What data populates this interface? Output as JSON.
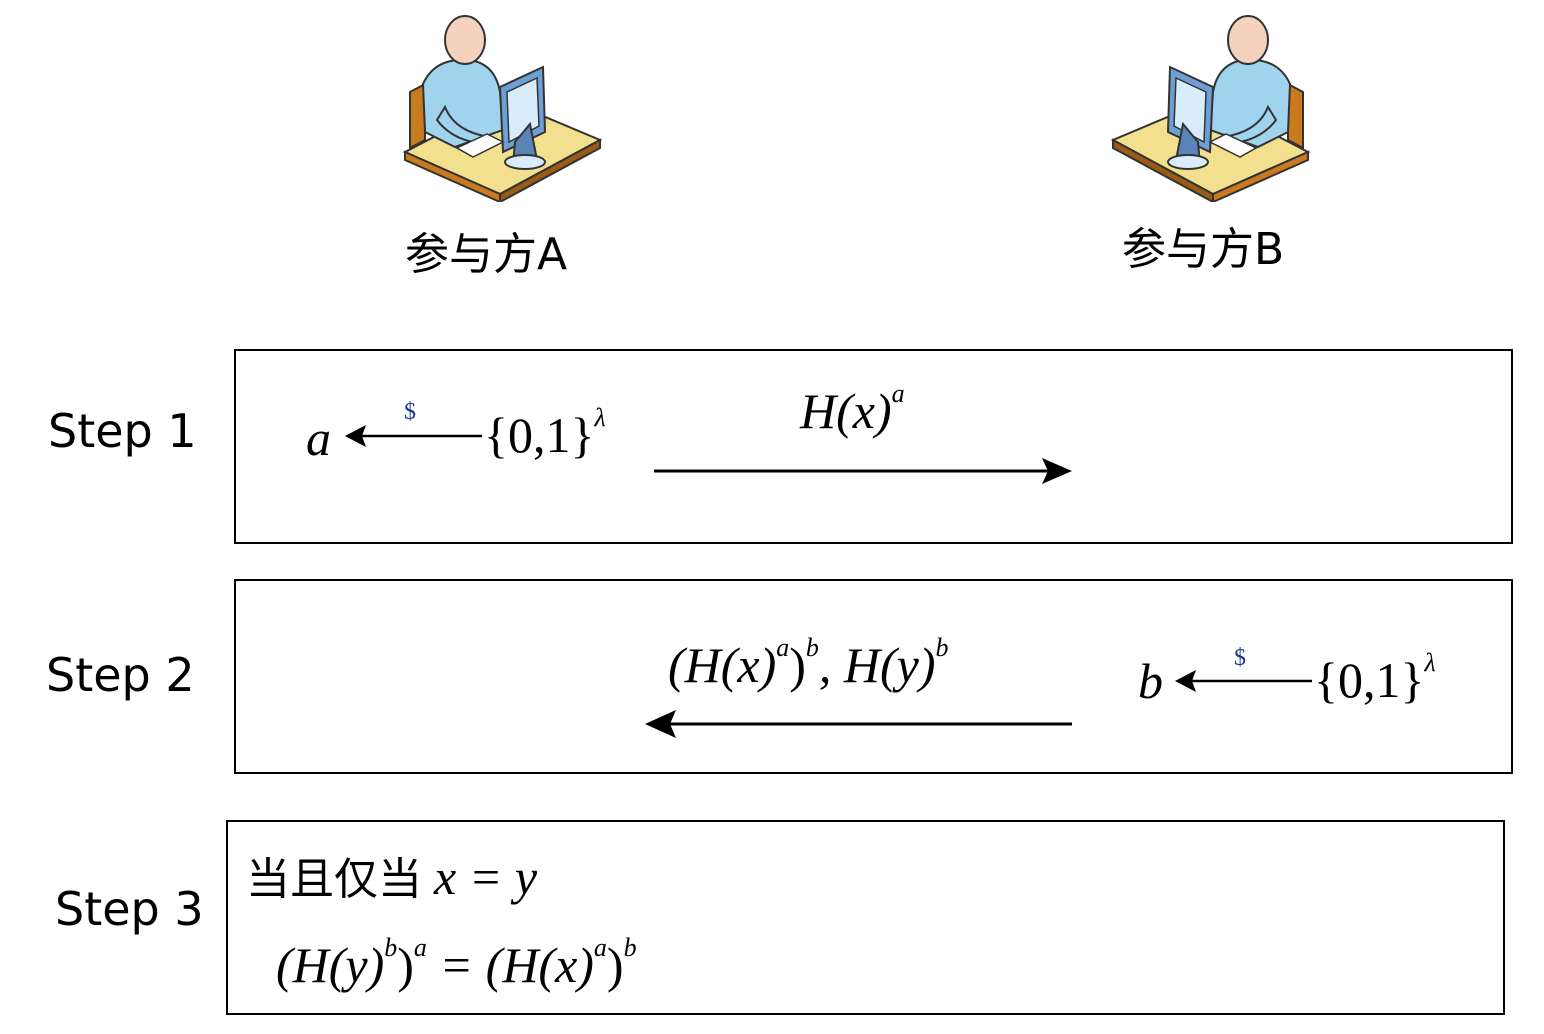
{
  "parties": {
    "a": {
      "label": "参与方A",
      "icon": "user-at-computer-icon"
    },
    "b": {
      "label": "参与方B",
      "icon": "user-at-computer-icon"
    }
  },
  "steps": [
    {
      "label": "Step 1"
    },
    {
      "label": "Step 2"
    },
    {
      "label": "Step 3"
    }
  ],
  "step1": {
    "var": "a",
    "rand_symbol": "$",
    "set": "{0,1}",
    "set_exp": "λ",
    "msg_base": "H(x)",
    "msg_exp": "a"
  },
  "step2": {
    "var": "b",
    "rand_symbol": "$",
    "set": "{0,1}",
    "set_exp": "λ",
    "msg_open": "(H(x)",
    "msg_exp_a": "a",
    "msg_close": ")",
    "msg_exp_b": "b",
    "msg_sep": ", H(y)",
    "msg_exp_b2": "b"
  },
  "step3": {
    "cond_text": "当且仅当",
    "cond_math": "x = y",
    "eq_left_open": "(H(y)",
    "eq_left_exp_b": "b",
    "eq_left_close": ")",
    "eq_left_exp_a": "a",
    "eq_mid": " = (H(x)",
    "eq_right_exp_a": "a",
    "eq_right_close": ")",
    "eq_right_exp_b": "b"
  },
  "colors": {
    "person_body": "#9fd3ee",
    "person_head": "#f4d2bd",
    "desk_top": "#f2e08f",
    "desk_side": "#c97a1f",
    "monitor": "#6d9fd4"
  }
}
